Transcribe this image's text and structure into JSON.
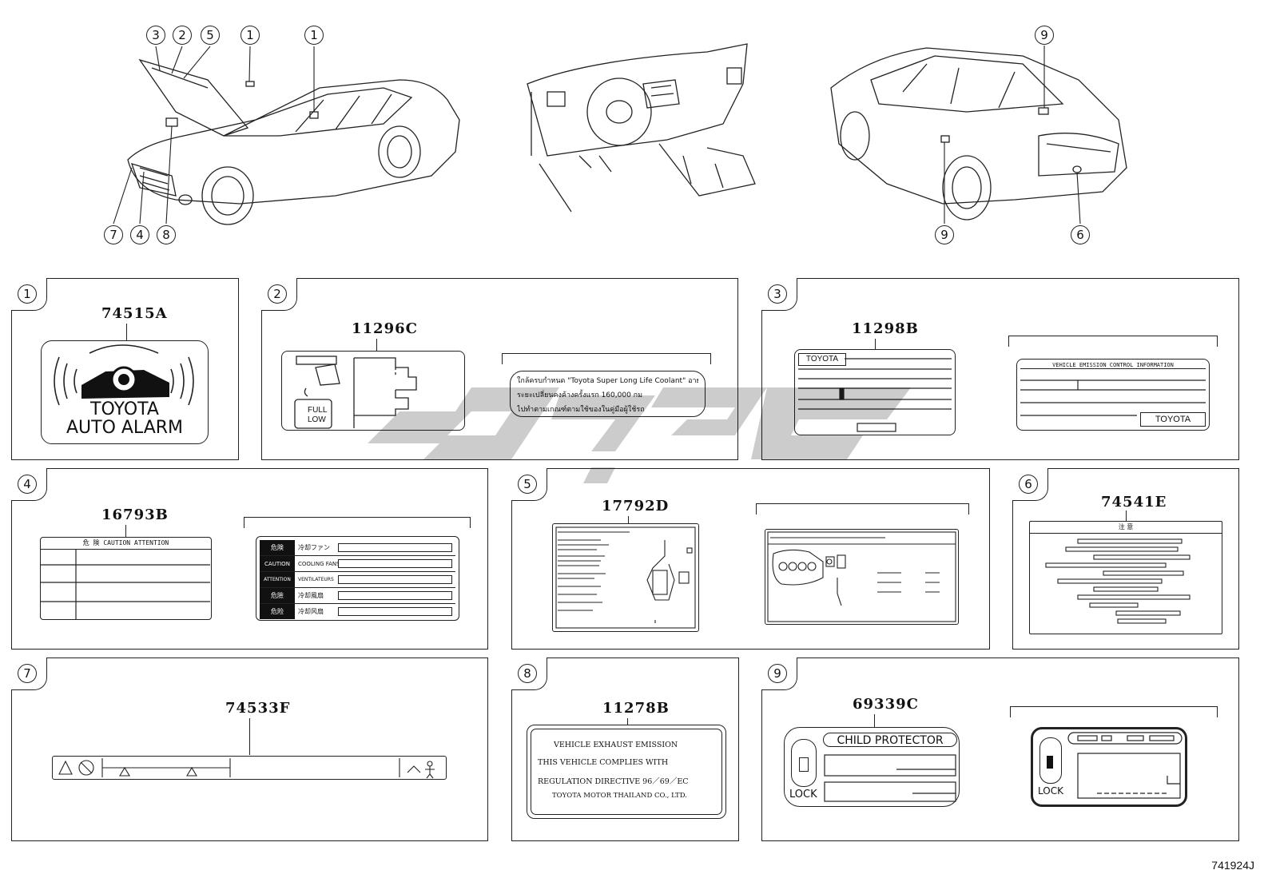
{
  "top_callouts": {
    "front_car": [
      "3",
      "2",
      "5",
      "1",
      "1",
      "7",
      "4",
      "8"
    ],
    "rear_car": [
      "9",
      "9",
      "6"
    ]
  },
  "panels": [
    {
      "num": "1",
      "part": "74515A",
      "alarm_line1": "TOYOTA",
      "alarm_line2": "AUTO ALARM"
    },
    {
      "num": "2",
      "part": "11296C",
      "full": "FULL",
      "low": "LOW",
      "thai_line1": "ใกล้ครบกำหนด \"Toyota Super Long Life Coolant\" อายุใช้งาน(แล้ว",
      "thai_line2": "ระยะเปลี่ยนคงค้างครั้งแรก 160,000 กม",
      "thai_line3": "ไปทำตามเกณฑ์ตามใช้ของในคู่มือผู้ใช้รถ"
    },
    {
      "num": "3",
      "part": "11298B",
      "toyota_a": "TOYOTA",
      "vehicle_emission": "VEHICLE EMISSION CONTROL INFORMATION",
      "toyota_b": "TOYOTA"
    },
    {
      "num": "4",
      "part": "16793B",
      "header": "危 険  CAUTION ATTENTION",
      "rows": [
        {
          "label": "危険",
          "text": "冷却ファン"
        },
        {
          "label": "CAUTION",
          "text": "COOLING FANS"
        },
        {
          "label": "ATTENTION",
          "text": "VENTILATEURS"
        },
        {
          "label": "危險",
          "text": "冷却風扇"
        },
        {
          "label": "危险",
          "text": "冷却风扇"
        }
      ]
    },
    {
      "num": "5",
      "part": "17792D"
    },
    {
      "num": "6",
      "part": "74541E",
      "header": "注   意"
    },
    {
      "num": "7",
      "part": "74533F"
    },
    {
      "num": "8",
      "part": "11278B",
      "lines": [
        "VEHICLE  EXHAUST  EMISSION",
        "THIS  VEHICLE  COMPLIES  WITH",
        "REGULATION  DIRECTIVE  96／69／EC",
        "TOYOTA  MOTOR  THAILAND  CO.,  LTD."
      ]
    },
    {
      "num": "9",
      "part": "69339C",
      "child": "CHILD PROTECTOR",
      "lock": "LOCK",
      "lock_b": "LOCK"
    }
  ],
  "diagram_code": "741924J"
}
